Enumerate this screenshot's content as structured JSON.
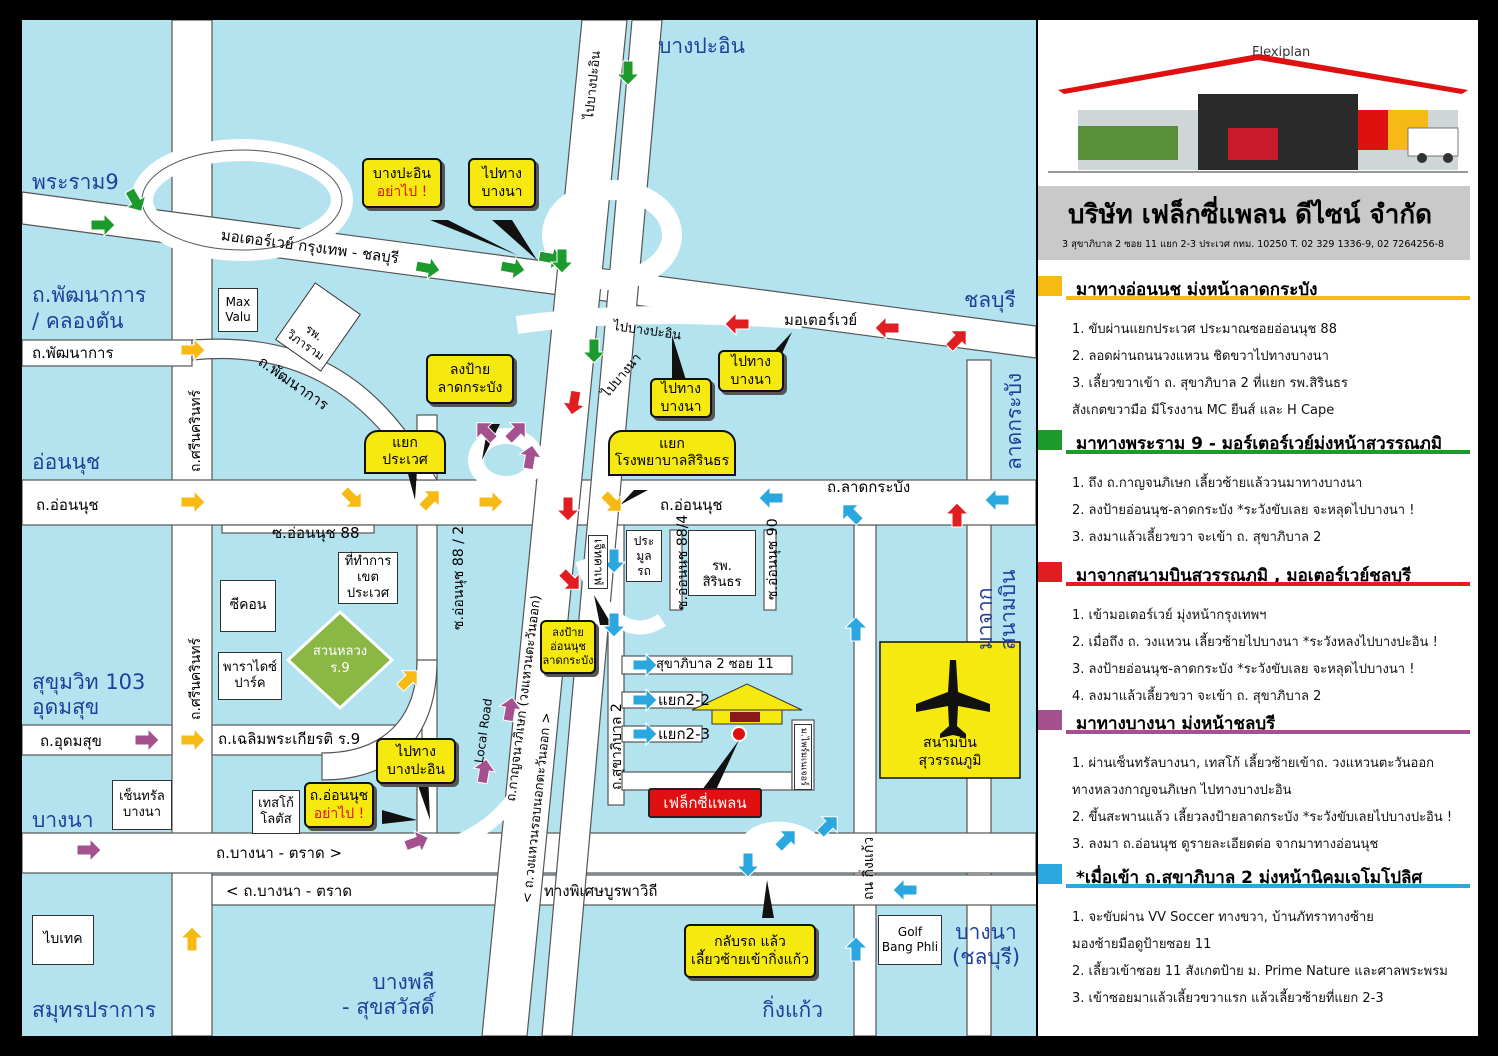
{
  "colors": {
    "water": "#b3e3ef",
    "road": "#ffffff",
    "road_border": "#555555",
    "callout": "#f5e90f",
    "brand_red": "#e01010",
    "orange": "#f7b913",
    "green": "#1c9a2b",
    "red_sec": "#e01d21",
    "purple": "#a5508f",
    "blue": "#2aa7df"
  },
  "map": {
    "areas": {
      "bangpain_top": "บางปะอิน",
      "rama9": "พระราม9",
      "pattanakarn": "ถ.พัฒนาการ\n/ คลองตัน",
      "onnut": "อ่อนนุช",
      "chonburi": "ชลบุรี",
      "latkrabang": "ลาดกระบัง",
      "from_airport": "มาจาก\nสนามบิน",
      "sukhumvit": "สุขุมวิท 103\nอุดมสุข",
      "bangna": "บางนา",
      "samutprakan": "สมุทรปราการ",
      "bangphli": "บางพลี\n- สุขสวัสดิ์",
      "kingkaew": "กิ่งแก้ว",
      "bangna_chonburi": "บางนา\n(ชลบุรี)"
    },
    "roads": {
      "motorway": "มอเตอร์เวย์ กรุงเทพ - ชลบุรี",
      "pattanakarn_rd": "ถ.พัฒนาการ",
      "pattanakarn_diag": "ถ.พัฒนาการ",
      "onnut_rd": "ถ.อ่อนนุช",
      "onnut_rd2": "ถ.อ่อนนุช",
      "latkrabang_rd": "ถ.ลาดกระบัง",
      "soi88": "ซ.อ่อนนุช 88",
      "soi88_2": "ซ.อ่อนนุช 88 / 2",
      "soi88_4": "ซ.อ่อนนุช 88/4",
      "soi90": "ซ.อ่อนนุช 90",
      "srinakarin1": "ถ.ศรีนครินทร์",
      "srinakarin2": "ถ.ศรีนครินทร์",
      "udomsuk": "ถ.อุดมสุข",
      "chalerm": "ถ.เฉลิมพระเกียรติ ร.9",
      "bangna_trad1": "ถ.บางนา   - ตราด    >",
      "bangna_trad2": "< ถ.บางนา - ตราด",
      "special": "ทางพิเศษบูรพาวิถี",
      "local": "Local Road",
      "kanjana": "ถ.กาญจนาภิเษก  (วงแหวนตะวันออก)",
      "ring": "<  ถ.วงแหวนรอบนอกตะวันออก  >",
      "sukhapiban2": "ถ.สุขาภิบาล 2",
      "sukhapiban_soi11": "สุขาภิบาล 2 ซอย 11",
      "yak22": "แยก2-2",
      "yak23": "แยก2-3",
      "kingkaew_rd": "ถน กิ่งแก้ว",
      "to_bangpain": "ไปบางปะอิน",
      "to_bangpain2": "ไปบางปะอิน",
      "to_bangna": "ไปบางนา",
      "motorway2": "มอเตอร์เวย์",
      "prime": "ม.ไพร์มเนเจอร์",
      "jetcafe": "เจ็ทคาเฟ่"
    },
    "places": {
      "maxvalu": "Max\nValu",
      "hospital_vi": "รพ.\nวิภาราม",
      "office": "ที่ทำการ\nเขต\nประเวศ",
      "seacon": "ซีคอน",
      "paradise": "พาราไดซ์\nปาร์ค",
      "park": "สวนหลวง\nร.9",
      "pramun": "ประ\nมูล\nรถ",
      "hospital_sirin": "รพ.\nสิรินธร",
      "central": "เซ็นทรัล\nบางนา",
      "tesco": "เทสโก้\nโลตัส",
      "bitec": "ไบเทค",
      "golf": "Golf\nBang Phli",
      "airport": "สนามบิน\nสุวรรณภูมิ",
      "flexi": "เฟล็กซี่แพลน"
    },
    "callouts": {
      "c1_l1": "บางปะอิน",
      "c1_l2": "อย่าไป !",
      "c2": "ไปทาง\nบางนา",
      "c3": "ลงป้าย\nลาดกระบัง",
      "c4": "ไปทาง\nบางนา",
      "c5": "ไปทาง\nบางนา",
      "c6_l1": "ลงป้าย",
      "c6_l2": "อ่อนนุช",
      "c6_l3": "ลาดกระบัง",
      "c7": "ไปทาง\nบางปะอิน",
      "c8_l1": "ถ.อ่อนนุช",
      "c8_l2": "อย่าไป !",
      "c9": "กลับรถ แล้ว\nเลี้ยวซ้ายเข้ากิ่งแก้ว"
    },
    "banners": {
      "prawet": "แยก\nประเวศ",
      "sirin": "แยก\nโรงพยาบาลสิรินธร"
    }
  },
  "panel": {
    "logo": "Flexiplan",
    "company": "บริษัท เฟล็กซี่แพลน ดีไซน์ จำกัด",
    "address": "3 สุขาภิบาล 2 ซอย 11 แยก 2-3 ประเวศ กทม. 10250  T. 02 329 1336-9, 02 7264256-8",
    "sections": [
      {
        "title": "มาทางอ่อนนุช มุ่งหน้าลาดกระบัง",
        "items": [
          "1. ขับผ่านแยกประเวศ ประมาณซอยอ่อนนุช 88",
          "2. ลอดผ่านถนนวงแหวน ชิดขวาไปทางบางนา",
          "3. เลี้ยวขวาเข้า ถ. สุขาภิบาล 2 ที่แยก รพ.สิรินธร",
          "สังเกตขวามือ มีโรงงาน MC ยีนส์ และ H Cape"
        ]
      },
      {
        "title": "มาทางพระราม 9 - มอร์เตอร์เวย์มุ่งหน้าสุวรรณภูมิ",
        "items": [
          "1. ถึง ถ.กาญจนภิเษก เลี้ยวซ้ายแล้ววนมาทางบางนา",
          "2. ลงป้ายอ่อนนุช-ลาดกระบัง *ระวังขับเลย จะหลุดไปบางนา !",
          "3. ลงมาแล้วเลี้ยวขวา จะเข้า ถ. สุขาภิบาล 2"
        ]
      },
      {
        "title": "มาจากสนามบินสุวรรณภูมิ  , มอเตอร์เวย์ชลบุรี",
        "items": [
          "1. เข้ามอเตอร์เวย์ มุ่งหน้ากรุงเทพฯ",
          "2. เมื่อถึง ถ. วงแหวน เลี้ยวซ้ายไปบางนา *ระวังหลงไปบางปะอิน !",
          "3. ลงป้ายอ่อนนุช-ลาดกระบัง *ระวังขับเลย จะหลุดไปบางนา !",
          "4. ลงมาแล้วเลี้ยวขวา จะเข้า ถ. สุขาภิบาล 2"
        ]
      },
      {
        "title": "มาทางบางนา  มุ่งหน้าชลบุรี",
        "items": [
          "1. ผ่านเซ็นทรัลบางนา, เทสโก้ เลี้ยวซ้ายเข้าถ. วงแหวนตะวันออก",
          "ทางหลวงกาญจนภิเษก ไปทางบางปะอิน",
          "2. ขึ้นสะพานแล้ว เลี้ยวลงป้ายลาดกระบัง *ระวังขับเลยไปบางปะอิน !",
          "3. ลงมา ถ.อ่อนนุช ดูรายละเอียดต่อ จากมาทางอ่อนนุช"
        ]
      },
      {
        "title": "*เมื่อเข้า ถ.สุขาภิบาล 2 มุ่งหน้านิคมเจโมโปลิศ",
        "items": [
          "1. จะขับผ่าน VV Soccer ทางขวา, บ้านภัทราทางซ้าย",
          "มองซ้ายมือดูป้ายซอย 11",
          "2. เลี้ยวเข้าซอย 11 สังเกตป้าย ม. Prime Nature และศาลพระพรม",
          "3. เข้าซอยมาแล้วเลี้ยวขวาแรก แล้วเลี้ยวซ้ายที่แยก 2-3"
        ]
      }
    ]
  }
}
